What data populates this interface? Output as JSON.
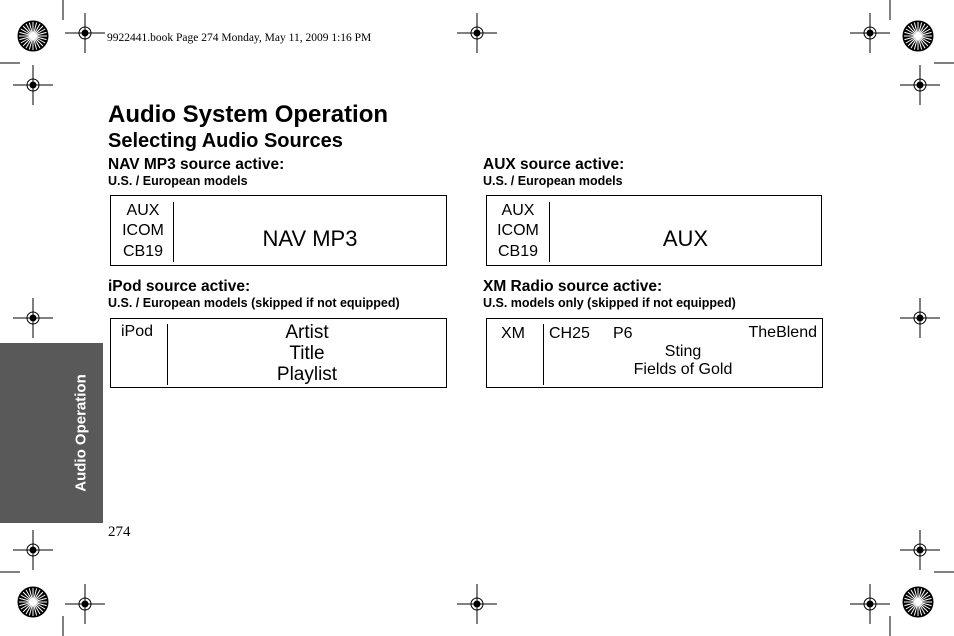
{
  "print_info": "9922441.book  Page 274  Monday, May 11, 2009  1:16 PM",
  "heading": "Audio System Operation",
  "subheading": "Selecting Audio Sources",
  "sections": {
    "nav": {
      "title": "NAV MP3 source active:",
      "subtitle": "U.S. / European models",
      "left_lines": [
        "AUX",
        "ICOM",
        "CB19"
      ],
      "main": "NAV MP3"
    },
    "aux": {
      "title": "AUX source active:",
      "subtitle": "U.S. / European models",
      "left_lines": [
        "AUX",
        "ICOM",
        "CB19"
      ],
      "main": "AUX"
    },
    "ipod": {
      "title": "iPod source active:",
      "subtitle": "U.S. / European models (skipped if not equipped)",
      "left": "iPod",
      "lines": [
        "Artist",
        "Title",
        "Playlist"
      ]
    },
    "xm": {
      "title": "XM Radio source active:",
      "subtitle": "U.S. models only (skipped if not equipped)",
      "left": "XM",
      "channel": "CH25",
      "preset": "P6",
      "station": "TheBlend",
      "artist": "Sting",
      "song": "Fields of Gold"
    }
  },
  "side_tab": "Audio Operation",
  "page_number": "274"
}
